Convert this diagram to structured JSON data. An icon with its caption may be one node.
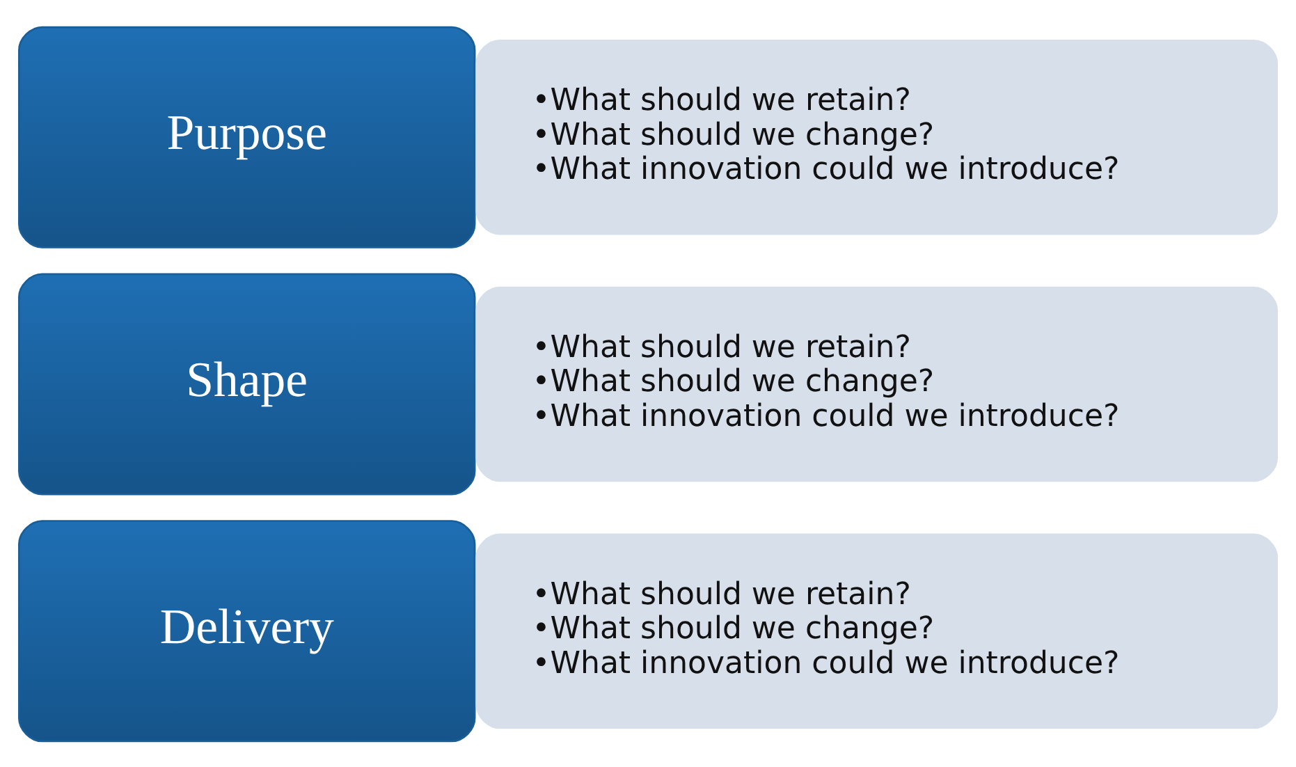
{
  "diagram": {
    "nodes": [
      {
        "text": [
          "Purpose"
        ]
      },
      {
        "text": [
          "•What should we retain?",
          "•What should we change?",
          "•What innovation could we introduce?"
        ]
      },
      {
        "text": [
          "Shape"
        ]
      },
      {
        "text": [
          "•What should we retain?",
          "•What should we change?",
          "•What innovation could we introduce?"
        ]
      },
      {
        "text": [
          "Delivery"
        ]
      },
      {
        "text": [
          "•What should we retain?",
          "•What should we change?",
          "•What innovation could we introduce?"
        ]
      }
    ],
    "edges": []
  }
}
